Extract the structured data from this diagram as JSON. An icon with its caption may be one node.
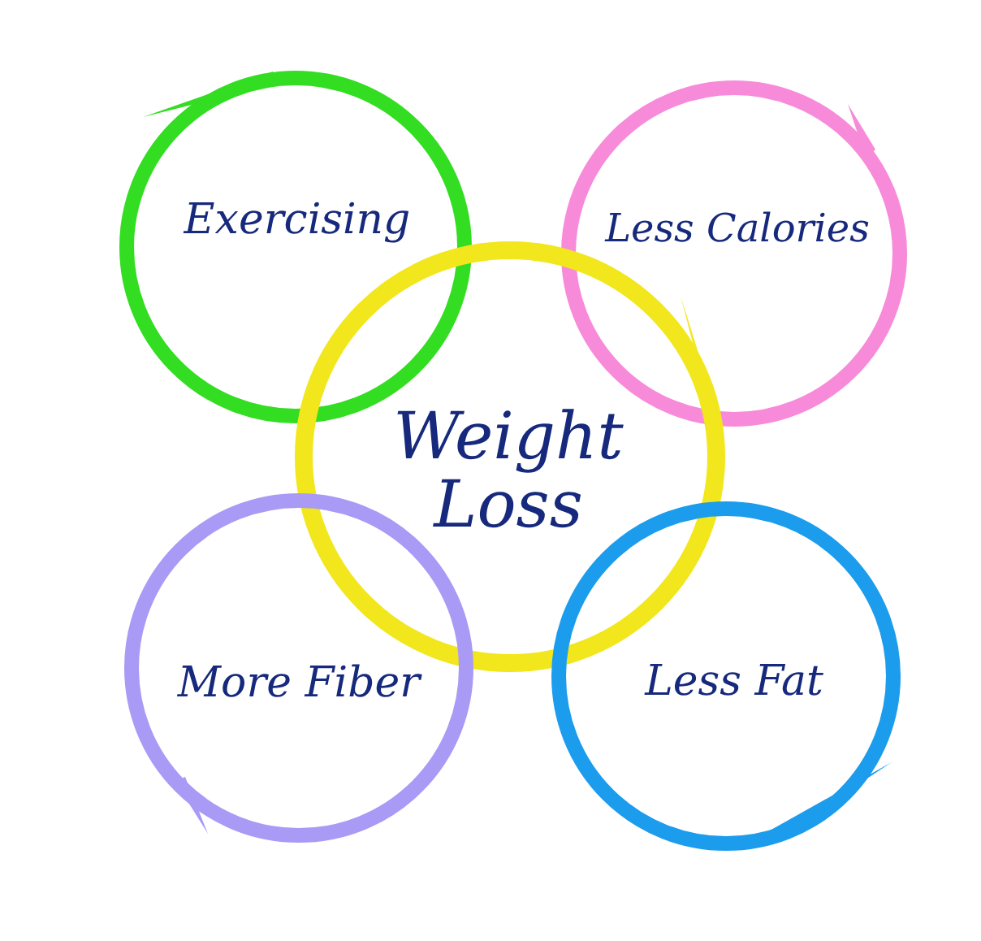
{
  "diagram": {
    "nodes": [
      {
        "text": [
          "Exercising"
        ]
      },
      {
        "text": [
          "Less Calories"
        ]
      },
      {
        "text": [
          "Weight Loss"
        ]
      },
      {
        "text": [
          "More Fiber"
        ]
      },
      {
        "text": [
          "Less Fat"
        ]
      }
    ]
  }
}
